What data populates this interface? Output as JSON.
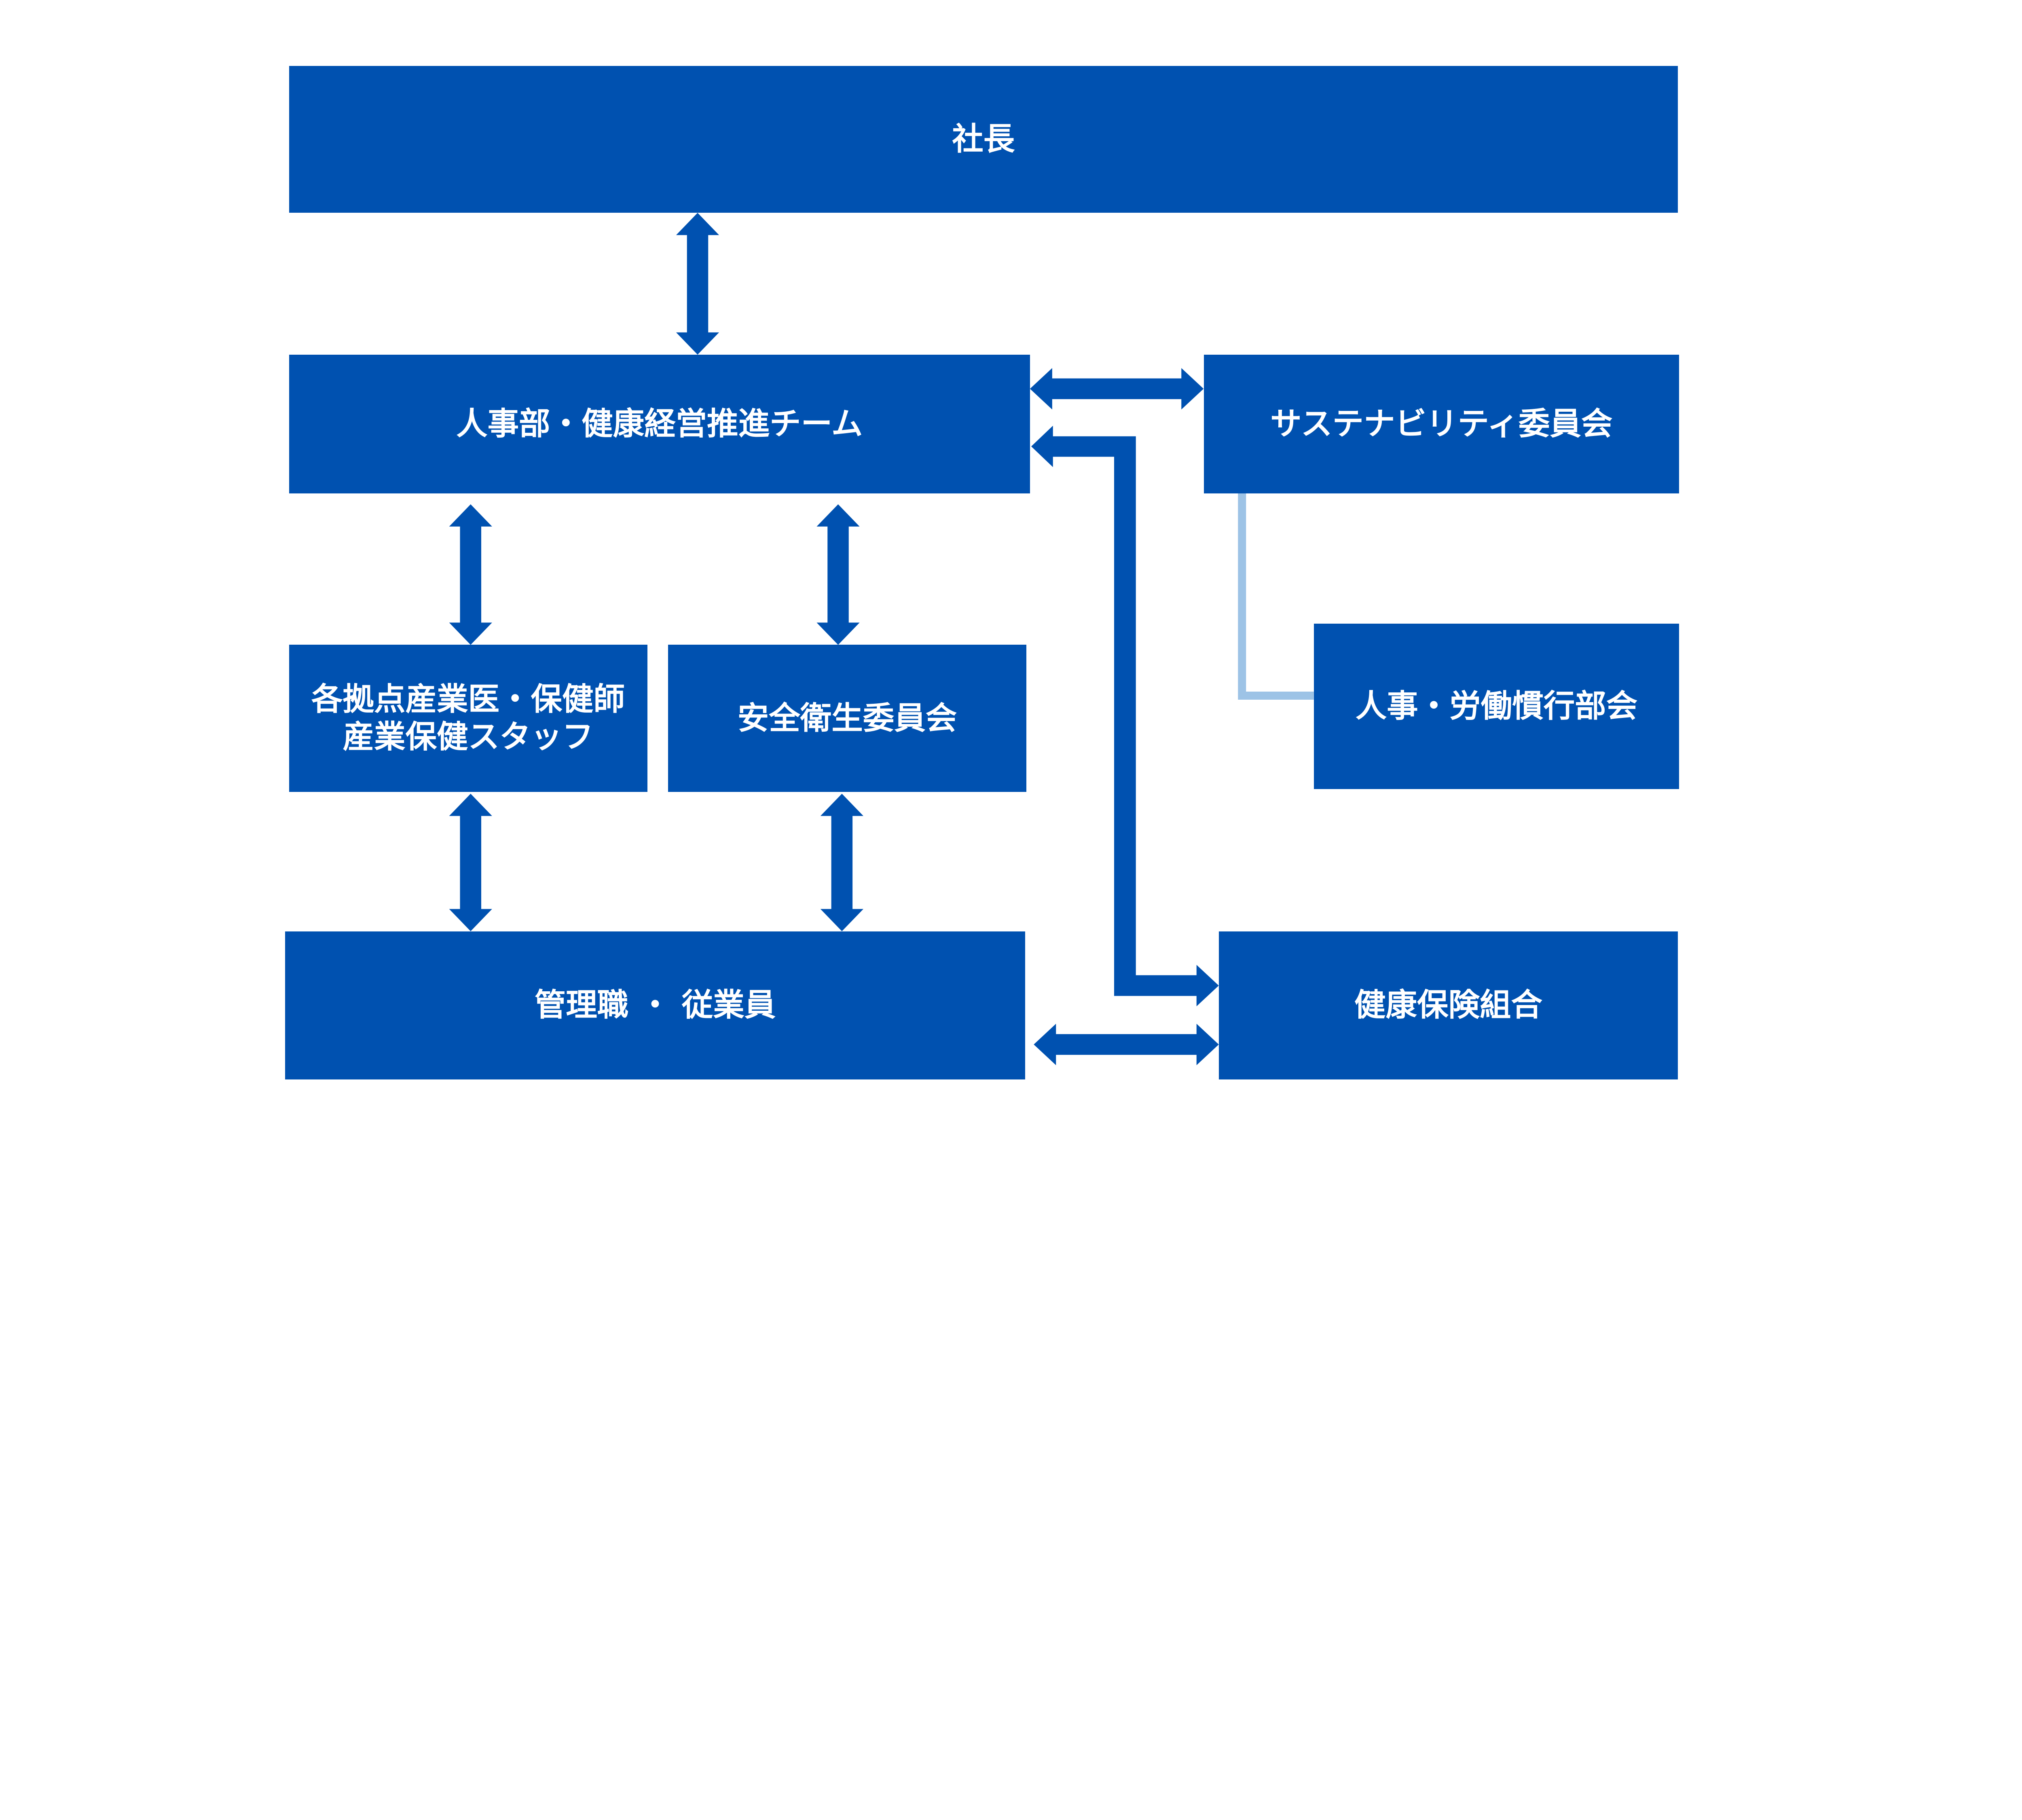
{
  "colors": {
    "box": "#0051B0",
    "arrow": "#0051B0",
    "sub_connector": "#9DC3E6",
    "text": "#FFFFFF"
  },
  "nodes": {
    "president": "社長",
    "hr": "人事部・健康経営推進チーム",
    "sustainability": "サステナビリティ委員会",
    "hr_labor": "人事・労働慣行部会",
    "occupational_health": "各拠点産業医・保健師\n産業保健スタッフ",
    "safety": "安全衛生委員会",
    "employees": "管理職 ・ 従業員",
    "health_insurance": "健康保険組合"
  }
}
